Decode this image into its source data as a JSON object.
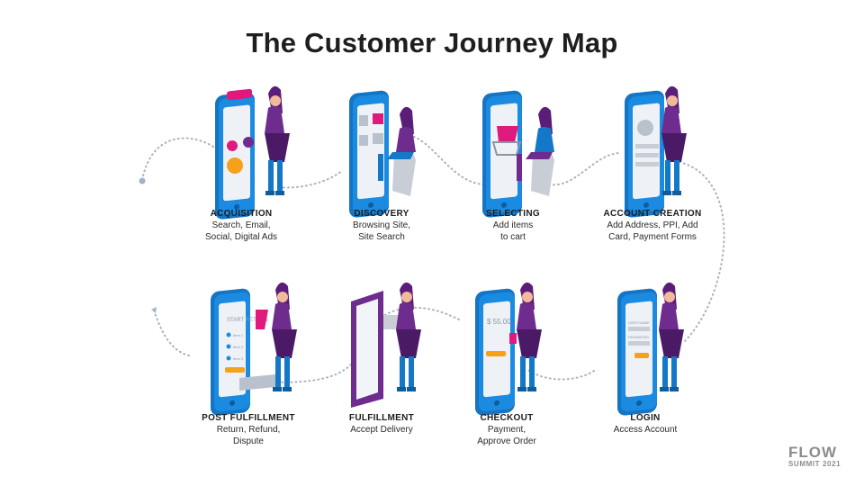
{
  "title": "The Customer Journey Map",
  "colors": {
    "phone": "#1a8be0",
    "purple": "#6e2c8f",
    "pink": "#e0197d",
    "orange": "#f6a11b",
    "path": "#a9b2bd",
    "blue": "#1478c8"
  },
  "stages": [
    {
      "id": "acquisition",
      "name": "ACQUISITION",
      "desc": "Search, Email,\nSocial, Digital Ads"
    },
    {
      "id": "discovery",
      "name": "DISCOVERY",
      "desc": "Browsing Site,\nSite Search"
    },
    {
      "id": "selecting",
      "name": "SELECTING",
      "desc": "Add items\nto cart"
    },
    {
      "id": "account-creation",
      "name": "ACCOUNT CREATION",
      "desc": "Add Address, PPI, Add\nCard, Payment Forms"
    },
    {
      "id": "login",
      "name": "LOGIN",
      "desc": "Access Account"
    },
    {
      "id": "checkout",
      "name": "CHECKOUT",
      "desc": "Payment,\nApprove Order"
    },
    {
      "id": "fulfillment",
      "name": "FULFILLMENT",
      "desc": "Accept Delivery"
    },
    {
      "id": "post-fulfillment",
      "name": "POST FULFILLMENT",
      "desc": "Return, Refund,\nDispute"
    }
  ],
  "screen_text": {
    "post_fulfillment": {
      "heading": "START\nRETURN",
      "items": [
        "Item 1",
        "Item 2",
        "Item 3"
      ]
    },
    "checkout": {
      "price": "$ 55.00"
    },
    "login": {
      "user": "USER NAME",
      "password": "PASSWORD"
    }
  },
  "brand": {
    "line1": "FLOW",
    "line2": "SUMMIT 2021"
  }
}
